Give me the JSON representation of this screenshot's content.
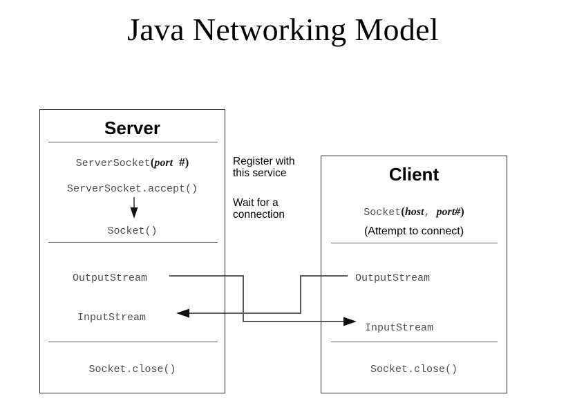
{
  "slide": {
    "title": "Java Networking Model"
  },
  "server": {
    "heading": "Server",
    "rows": [
      {
        "prefix": "ServerSocket",
        "open": "(",
        "param": "port",
        "sep": "  ",
        "param2": "#",
        "close": ")"
      },
      {
        "text": "ServerSocket.accept()"
      },
      {
        "text": "Socket()"
      }
    ],
    "accept_line": "ServerSocket.accept()",
    "socket_line": "Socket()",
    "output_stream": "OutputStream",
    "input_stream": "InputStream",
    "close_line": "Socket.close()"
  },
  "client": {
    "heading": "Client",
    "socket_call_name": "Socket",
    "socket_call_open": "(",
    "socket_call_host": "host",
    "socket_call_comma": ", ",
    "socket_call_port": "port#",
    "socket_call_close": ")",
    "attempt_note": "(Attempt to connect)",
    "output_stream": "OutputStream",
    "input_stream": "InputStream",
    "close_line": "Socket.close()"
  },
  "middle": {
    "register_note": "Register with\nthis service",
    "wait_note": "Wait for a\nconnection"
  },
  "icons": {
    "accept_arrow": "down-arrow-icon",
    "server_to_client_arrow": "right-arrow-icon",
    "client_to_server_arrow": "left-arrow-icon"
  },
  "colors": {
    "background": "#ffffff",
    "box_border": "#2b2b2b",
    "divider": "#5c5c5c",
    "code_text": "#4d4d4d",
    "heading_text": "#000000",
    "connector": "#595959"
  }
}
